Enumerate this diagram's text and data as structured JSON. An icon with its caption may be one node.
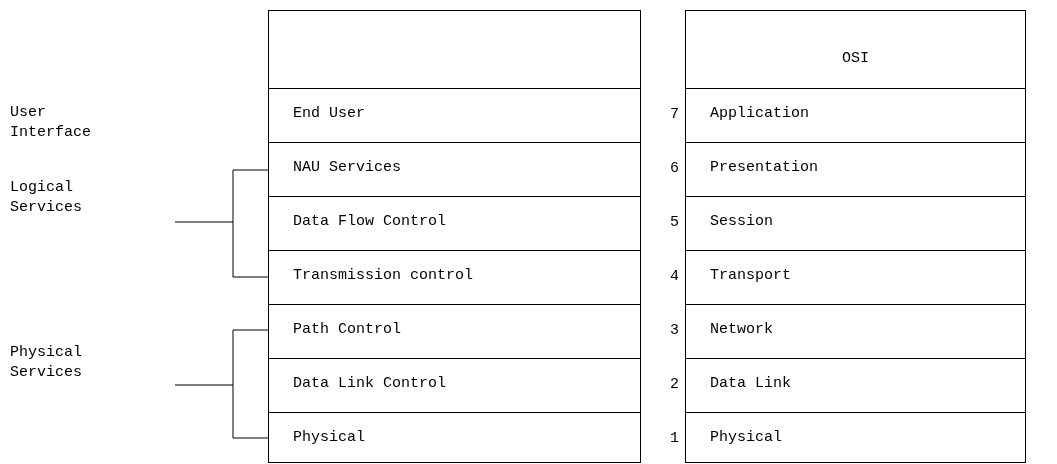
{
  "diagram": {
    "nodes": [
      {
        "text": [],
        "shape": "box"
      },
      {
        "text": [
          "End User"
        ]
      },
      {
        "text": [
          "NAU Services"
        ]
      },
      {
        "text": [
          "Data Flow Control"
        ]
      },
      {
        "text": [
          "Transmission control"
        ]
      },
      {
        "text": [
          "Path Control"
        ]
      },
      {
        "text": [
          "Data Link Control"
        ]
      },
      {
        "text": [
          "Physical"
        ]
      },
      {
        "text": [
          "OSI"
        ]
      },
      {
        "text": [
          "Application"
        ]
      },
      {
        "text": [
          "Presentation"
        ]
      },
      {
        "text": [
          "Session"
        ]
      },
      {
        "text": [
          "Transport"
        ]
      },
      {
        "text": [
          "Network"
        ]
      },
      {
        "text": [
          "Data Link"
        ]
      },
      {
        "text": [
          "Physical"
        ]
      }
    ],
    "labels": [
      "User Interface",
      "7",
      "Logical Services",
      "6",
      "5",
      "4",
      "3",
      "Physical Services",
      "2",
      "1"
    ]
  }
}
